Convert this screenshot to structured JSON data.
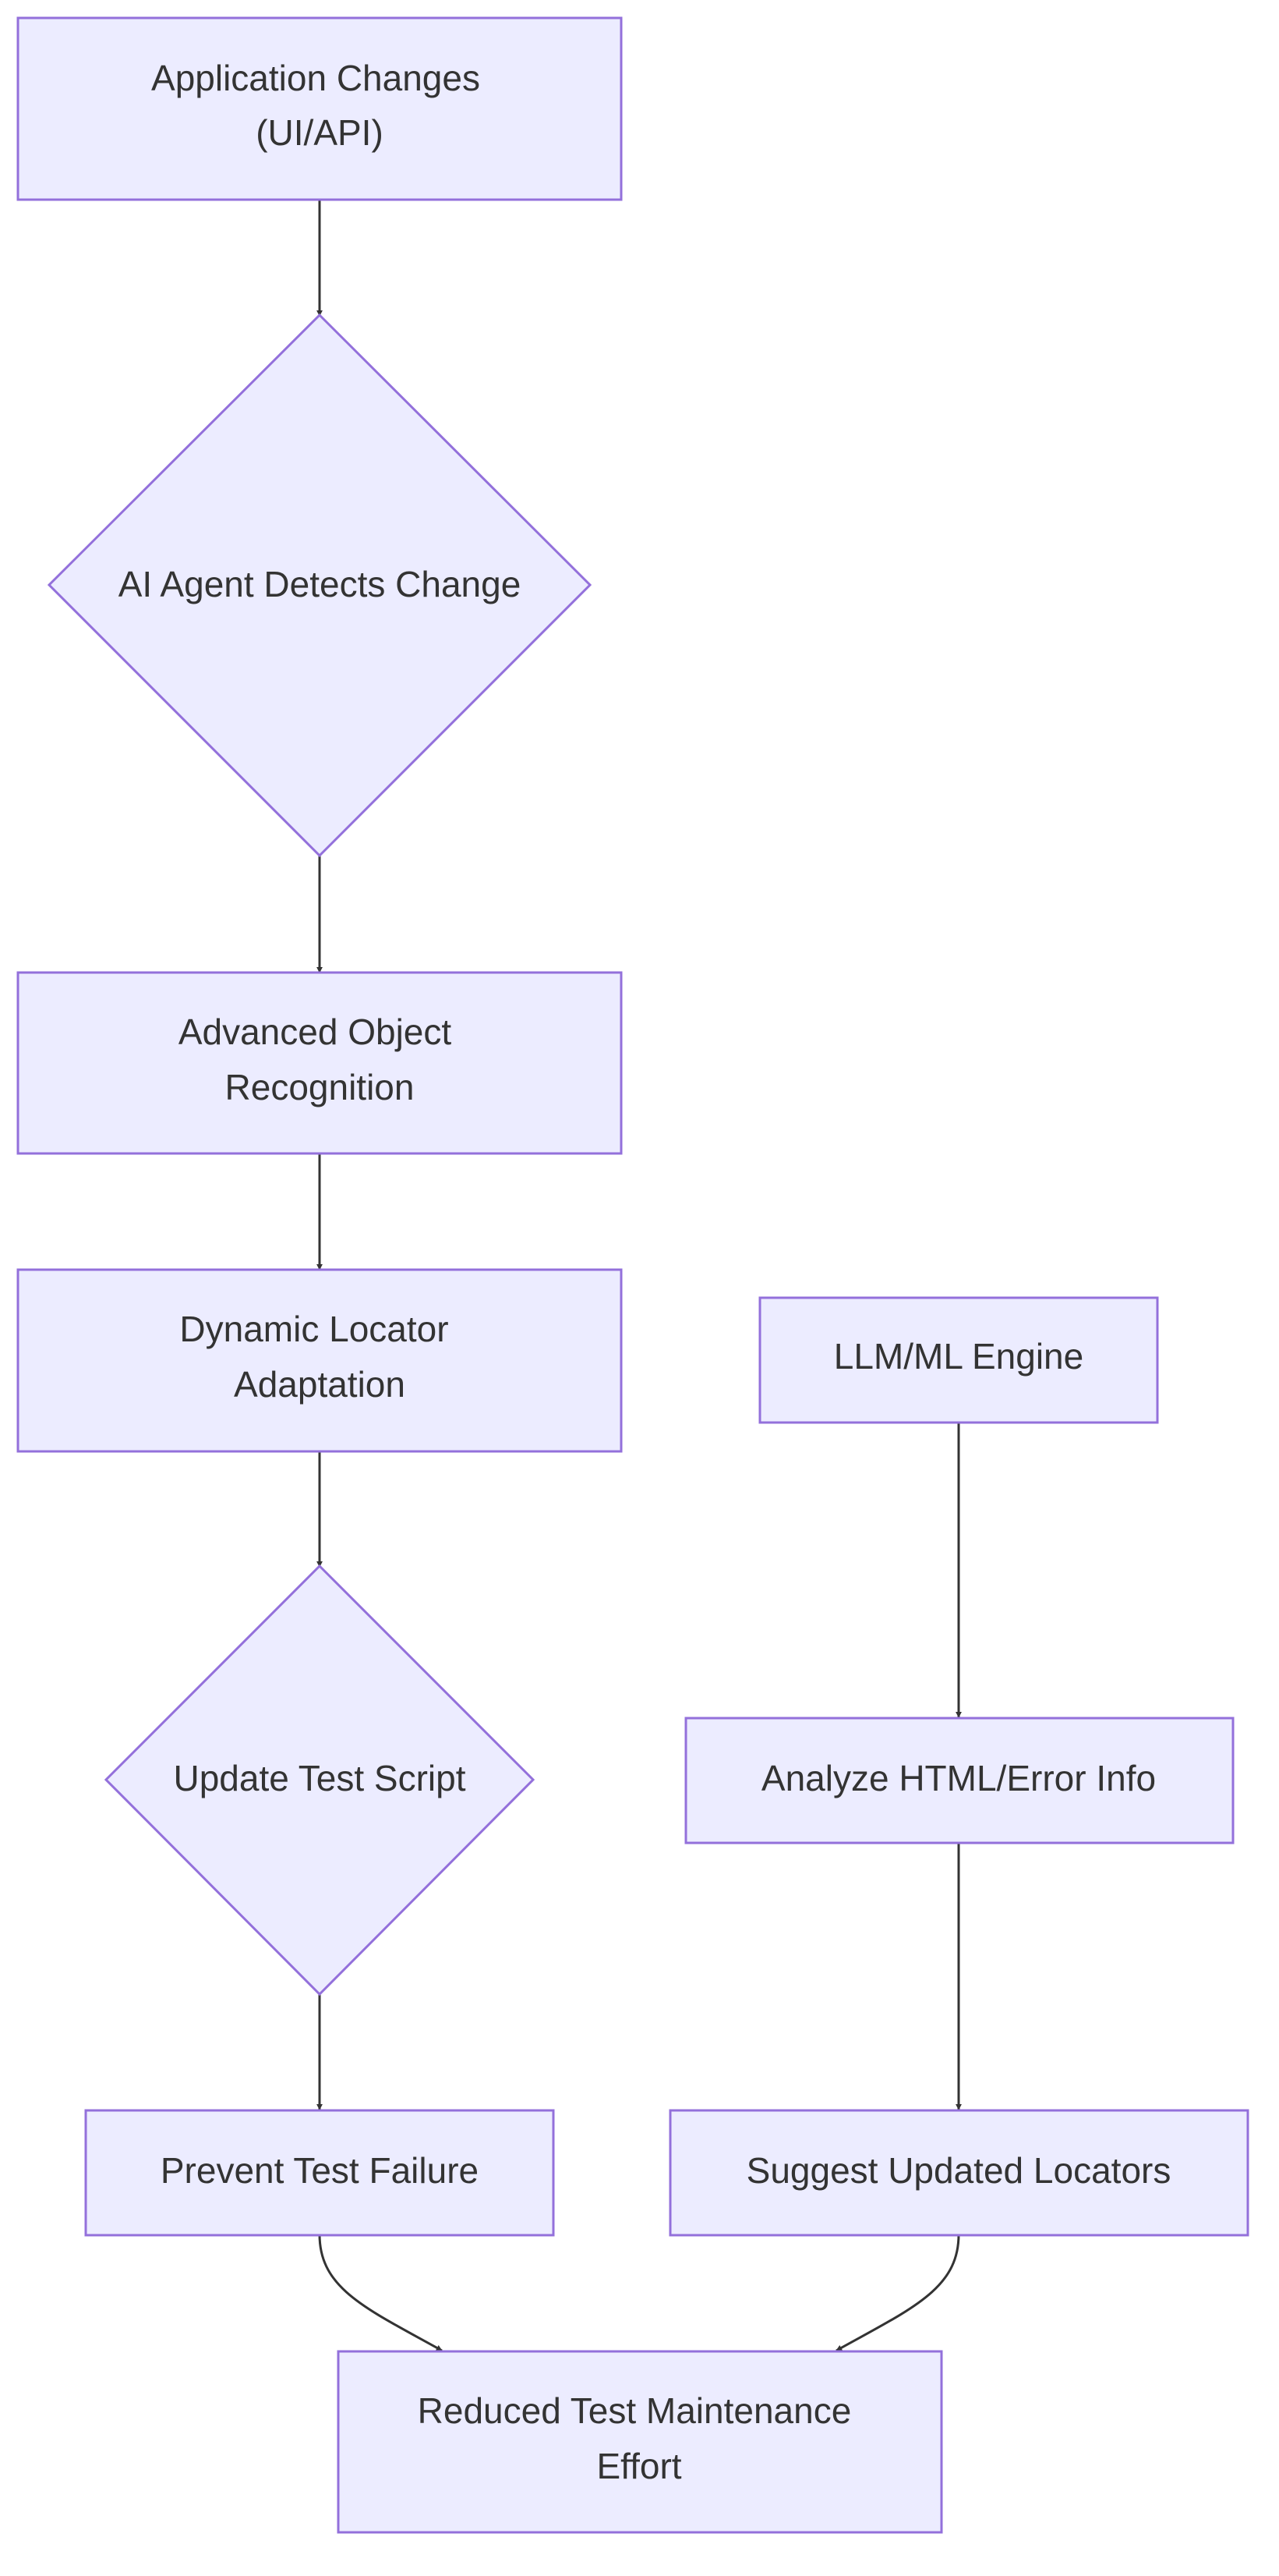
{
  "nodes": {
    "app_changes": {
      "line1": "Application Changes",
      "line2": "(UI/API)"
    },
    "ai_detects": {
      "line1": "AI Agent Detects Change"
    },
    "object_recognition": {
      "line1": "Advanced Object",
      "line2": "Recognition"
    },
    "locator_adaptation": {
      "line1": "Dynamic Locator",
      "line2": "Adaptation"
    },
    "llm_engine": {
      "line1": "LLM/ML Engine"
    },
    "update_script": {
      "line1": "Update Test Script"
    },
    "analyze_html": {
      "line1": "Analyze HTML/Error Info"
    },
    "prevent_failure": {
      "line1": "Prevent Test Failure"
    },
    "suggest_locators": {
      "line1": "Suggest Updated Locators"
    },
    "reduced_effort": {
      "line1": "Reduced Test Maintenance",
      "line2": "Effort"
    }
  },
  "colors": {
    "node_fill": "#ECECFF",
    "node_stroke": "#9370DB",
    "edge": "#333333",
    "text": "#333333"
  }
}
